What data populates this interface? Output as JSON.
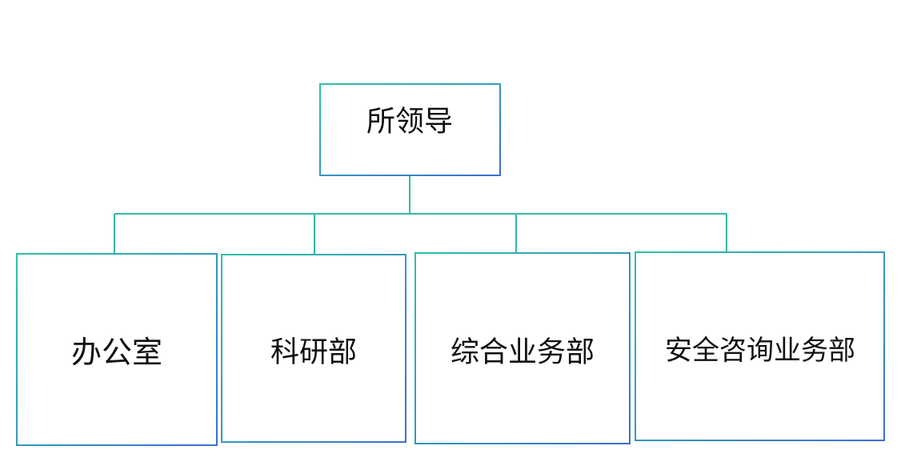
{
  "colors": {
    "border_gradient_start": "#2cc2a6",
    "border_gradient_end": "#3d6fd1",
    "connector": "#33b8a6",
    "text": "#111111",
    "background": "#ffffff"
  },
  "org_chart": {
    "root": {
      "label": "所领导"
    },
    "departments": [
      {
        "label": "办公室"
      },
      {
        "label": "科研部"
      },
      {
        "label": "综合业务部"
      },
      {
        "label": "安全咨询业务部"
      }
    ]
  }
}
